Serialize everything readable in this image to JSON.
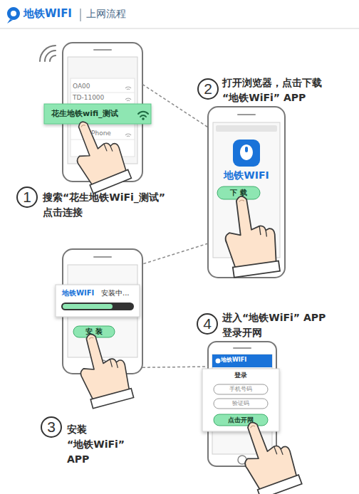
{
  "diagram": {
    "title": "上网流程",
    "nodes": [
      {
        "text": [
          "搜索“花生地铁WiFi_测试” 点击连接",
          "OA00",
          "TD-11000",
          "Phone"
        ]
      },
      {
        "text": [
          "花生地铁wifi_测试"
        ],
        "in": 0
      },
      {
        "text": [
          "打开浏览器，点击下载 “地铁WiFi” APP",
          "地铁WIFI"
        ]
      },
      {
        "text": [
          "下 载"
        ],
        "in": 2
      },
      {
        "text": [
          "安装“地铁WiFi” APP"
        ]
      },
      {
        "text": [
          "地铁WIFI",
          "安装中..."
        ],
        "in": 4
      },
      {
        "text": [
          "安 装"
        ],
        "in": 4
      },
      {
        "text": [
          "进入“地铁WiFi” APP 登录开网",
          "地铁WIFI"
        ]
      },
      {
        "text": [
          "登录"
        ],
        "in": 7
      },
      {
        "text": [
          "手机号码"
        ],
        "in": 8
      },
      {
        "text": [
          "验证码"
        ],
        "in": 8
      },
      {
        "text": [
          "点击开网"
        ],
        "in": 8
      }
    ],
    "edges": [
      {
        "from": 0,
        "to": 2,
        "arrow": "none"
      },
      {
        "from": 2,
        "to": 4,
        "arrow": "none"
      },
      {
        "from": 4,
        "to": 7,
        "arrow": "none"
      }
    ],
    "labels": [
      "地铁WIFI",
      "1",
      "2",
      "3",
      "4"
    ]
  }
}
